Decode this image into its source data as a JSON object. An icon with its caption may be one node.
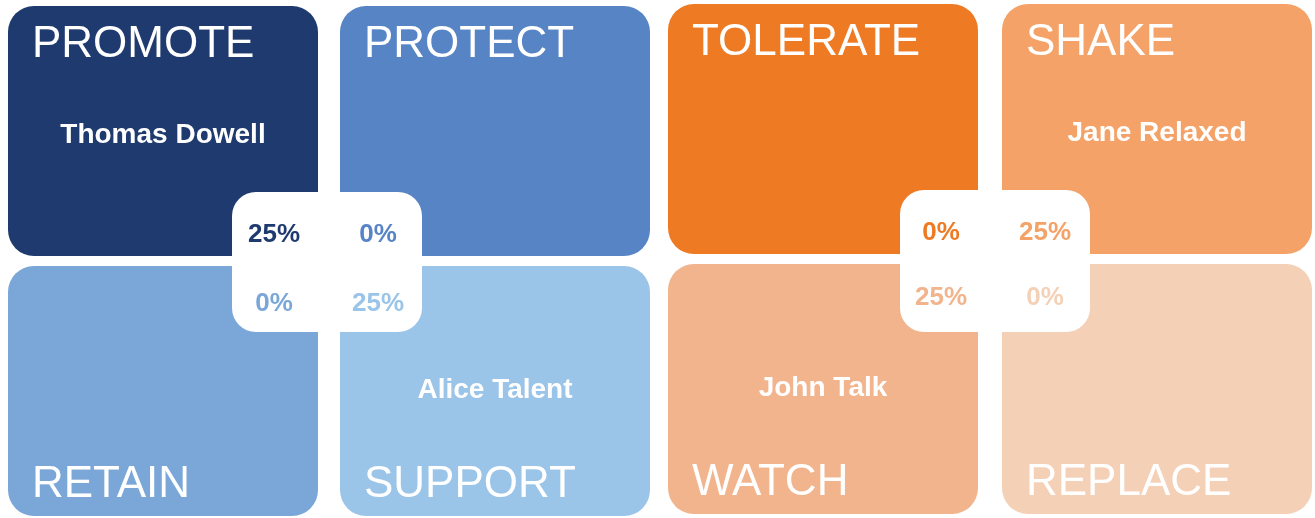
{
  "diagram": {
    "nodes": [
      {
        "text": [
          "PROMOTE",
          "Thomas Dowell",
          "25%"
        ]
      },
      {
        "text": [
          "PROTECT",
          "0%"
        ]
      },
      {
        "text": [
          "TOLERATE",
          "0%"
        ]
      },
      {
        "text": [
          "SHAKE",
          "Jane Relaxed",
          "25%"
        ]
      },
      {
        "text": [
          "0%",
          "RETAIN"
        ]
      },
      {
        "text": [
          "25%",
          "Alice Talent",
          "SUPPORT"
        ]
      },
      {
        "text": [
          "25%",
          "John Talk",
          "WATCH"
        ]
      },
      {
        "text": [
          "0%",
          "REPLACE"
        ]
      }
    ]
  }
}
